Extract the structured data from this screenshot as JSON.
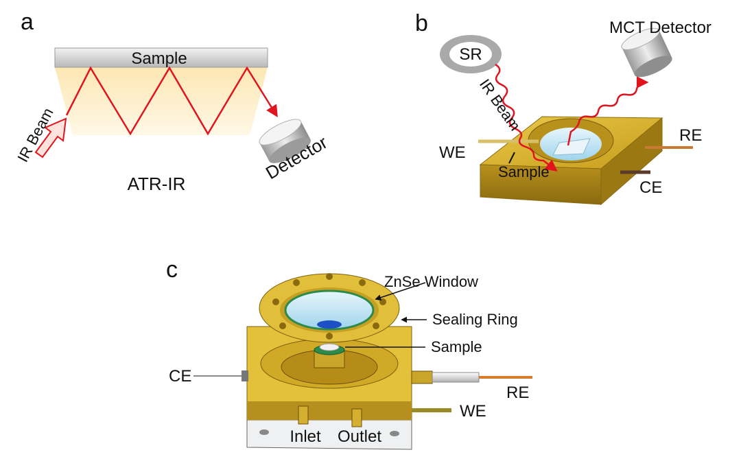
{
  "panel_a": {
    "letter": "a",
    "sample_label": "Sample",
    "beam_label": "IR Beam",
    "detector_label": "Detector",
    "caption": "ATR-IR"
  },
  "panel_b": {
    "letter": "b",
    "source_label": "SR",
    "beam_label": "IR Beam",
    "detector_label": "MCT Detector",
    "we_label": "WE",
    "sample_label": "Sample",
    "re_label": "RE",
    "ce_label": "CE"
  },
  "panel_c": {
    "letter": "c",
    "window_label": "ZnSe Window",
    "ring_label": "Sealing Ring",
    "sample_label": "Sample",
    "ce_label": "CE",
    "re_label": "RE",
    "we_label": "WE",
    "inlet_label": "Inlet",
    "outlet_label": "Outlet"
  },
  "colors": {
    "beam_red": "#e0141e",
    "gold": "#d9b22a",
    "gold_dark": "#a8851a",
    "crystal_light": "#fff3cf",
    "window_blue": "#9fd4ec",
    "sample_blue": "#1e4fc4"
  }
}
